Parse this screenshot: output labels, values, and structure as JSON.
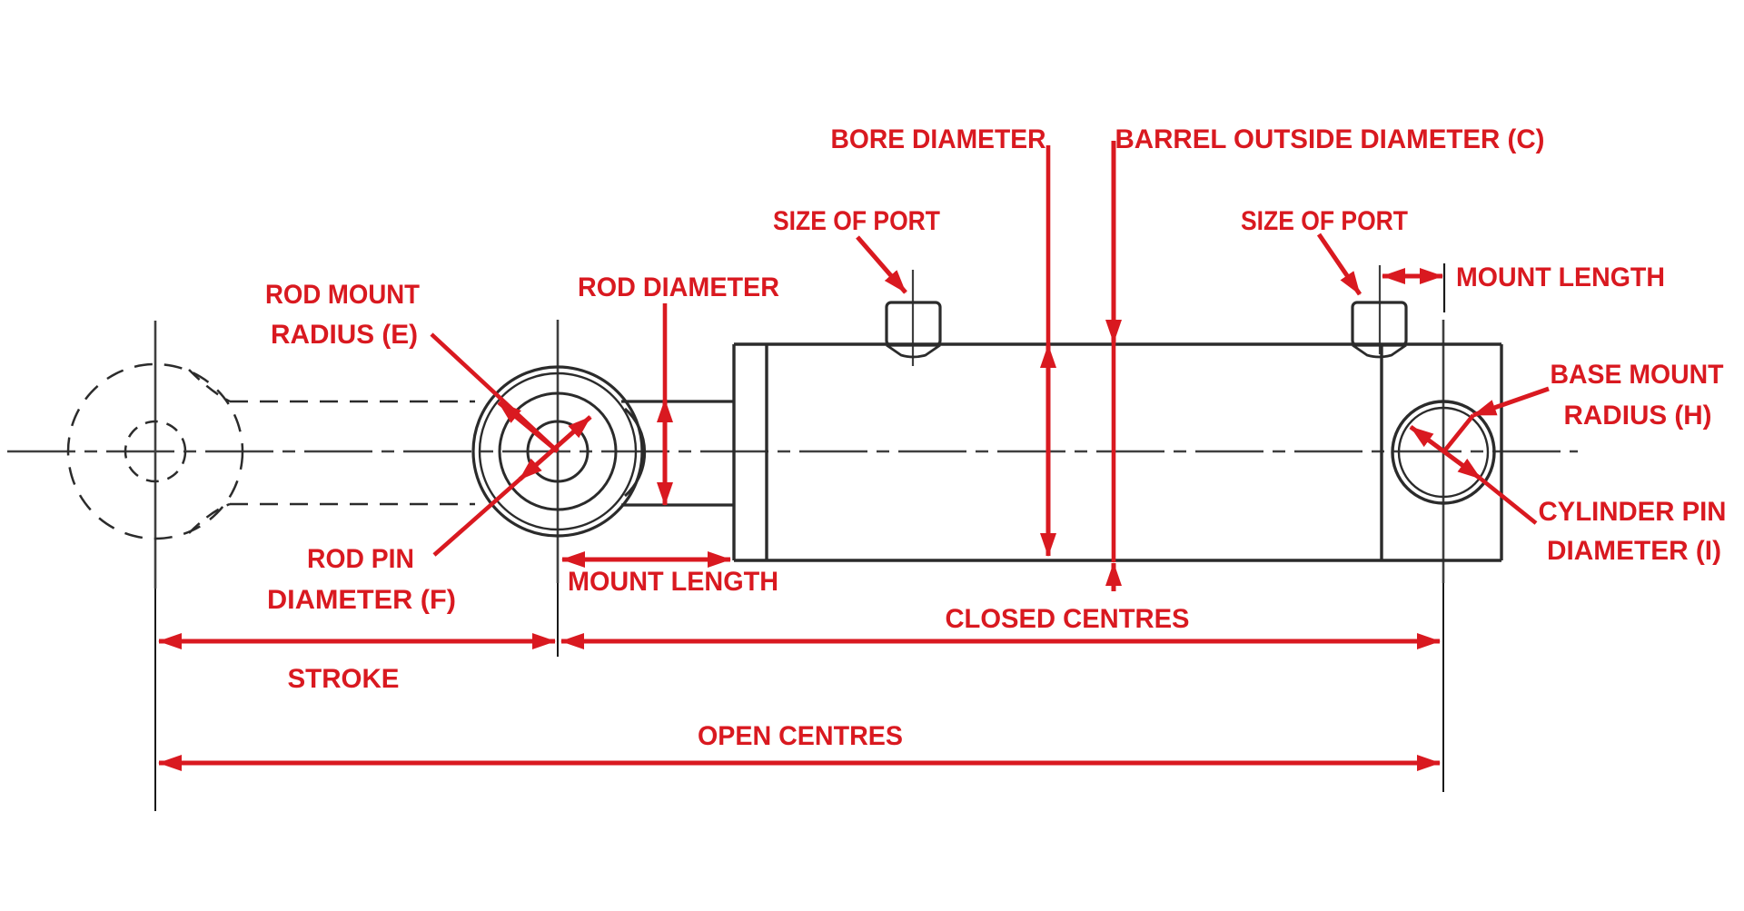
{
  "colors": {
    "annotation_red": "#D91920",
    "line_black": "#2B2B2B",
    "centerline_gray": "#3F3F3F",
    "background": "#FFFFFF"
  },
  "diagram": {
    "labels": {
      "bore_diameter": "BORE DIAMETER",
      "barrel_outside_diameter_c": "BARREL OUTSIDE DIAMETER (C)",
      "size_of_port_left": "SIZE OF PORT",
      "size_of_port_right": "SIZE OF PORT",
      "mount_length_top": "MOUNT LENGTH",
      "rod_diameter": "ROD DIAMETER",
      "rod_mount_radius_e": {
        "line1": "ROD MOUNT",
        "line2": "RADIUS (E)"
      },
      "base_mount_radius_h": {
        "line1": "BASE MOUNT",
        "line2": "RADIUS (H)"
      },
      "rod_pin_diameter_f": {
        "line1": "ROD PIN",
        "line2": "DIAMETER (F)"
      },
      "cylinder_pin_diameter_i": {
        "line1": "CYLINDER PIN",
        "line2": "DIAMETER (I)"
      },
      "mount_length_bottom": "MOUNT LENGTH",
      "closed_centres": "CLOSED CENTRES",
      "stroke": "STROKE",
      "open_centres": "OPEN CENTRES"
    }
  }
}
